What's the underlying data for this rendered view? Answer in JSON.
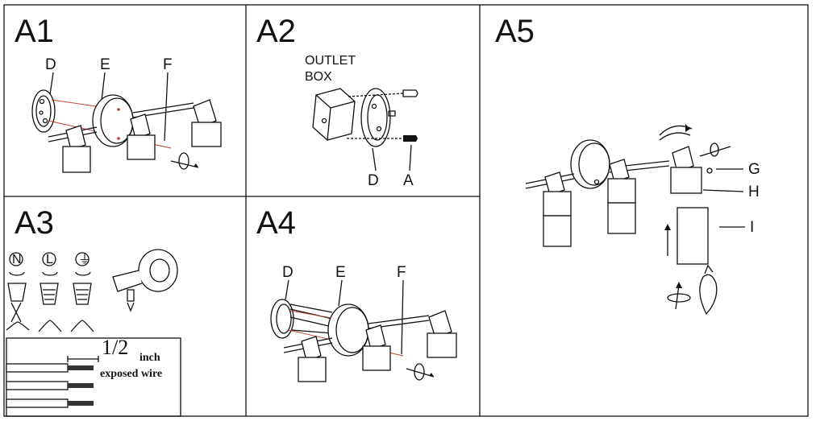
{
  "panels": [
    {
      "id": "A1",
      "title": "A1",
      "labels": [
        "D",
        "E",
        "F"
      ]
    },
    {
      "id": "A2",
      "title": "A2",
      "labels": [
        "OUTLET",
        "BOX",
        "D",
        "A"
      ]
    },
    {
      "id": "A3",
      "title": "A3",
      "terminals": [
        "N",
        "L",
        "⏚"
      ],
      "measure": "1/2",
      "measure_unit": "inch",
      "measure_note": "exposed wire"
    },
    {
      "id": "A4",
      "title": "A4",
      "labels": [
        "D",
        "E",
        "F"
      ]
    },
    {
      "id": "A5",
      "title": "A5",
      "labels": [
        "G",
        "H",
        "I"
      ]
    }
  ],
  "colors": {
    "line": "#111111",
    "guide": "#c0392b",
    "background": "#ffffff"
  }
}
